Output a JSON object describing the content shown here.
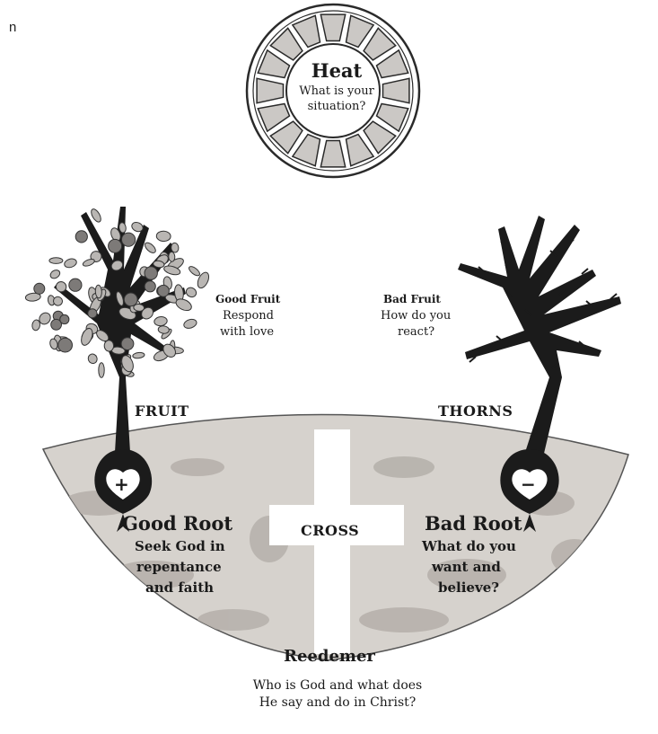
{
  "corner_text": "n",
  "heat": {
    "title": "Heat",
    "subtitle": "What is your situation?"
  },
  "good_fruit": {
    "title": "Good Fruit",
    "text_line1": "Respond",
    "text_line2": "with love"
  },
  "bad_fruit": {
    "title": "Bad Fruit",
    "text_line1": "How do you",
    "text_line2": "react?"
  },
  "fruit_label": "FRUIT",
  "thorns_label": "THORNS",
  "good_root": {
    "title": "Good Root",
    "line1": "Seek God in",
    "line2": "repentance",
    "line3": "and faith",
    "symbol": "+"
  },
  "bad_root": {
    "title": "Bad Root",
    "line1": "What do you",
    "line2": "want and",
    "line3": "believe?",
    "symbol": "−"
  },
  "cross_label": "CROSS",
  "redeemer": {
    "title": "Reedemer",
    "line1": "Who is God and what does",
    "line2": "He say and do in Christ?"
  },
  "colors": {
    "ground": "#d6d2cd",
    "ground_dark": "#b5b0aa",
    "tree_dark": "#1b1b1b",
    "leaf": "#b9b6b3",
    "fruit": "#7d7a78",
    "sun_fill": "#cbc8c5"
  }
}
